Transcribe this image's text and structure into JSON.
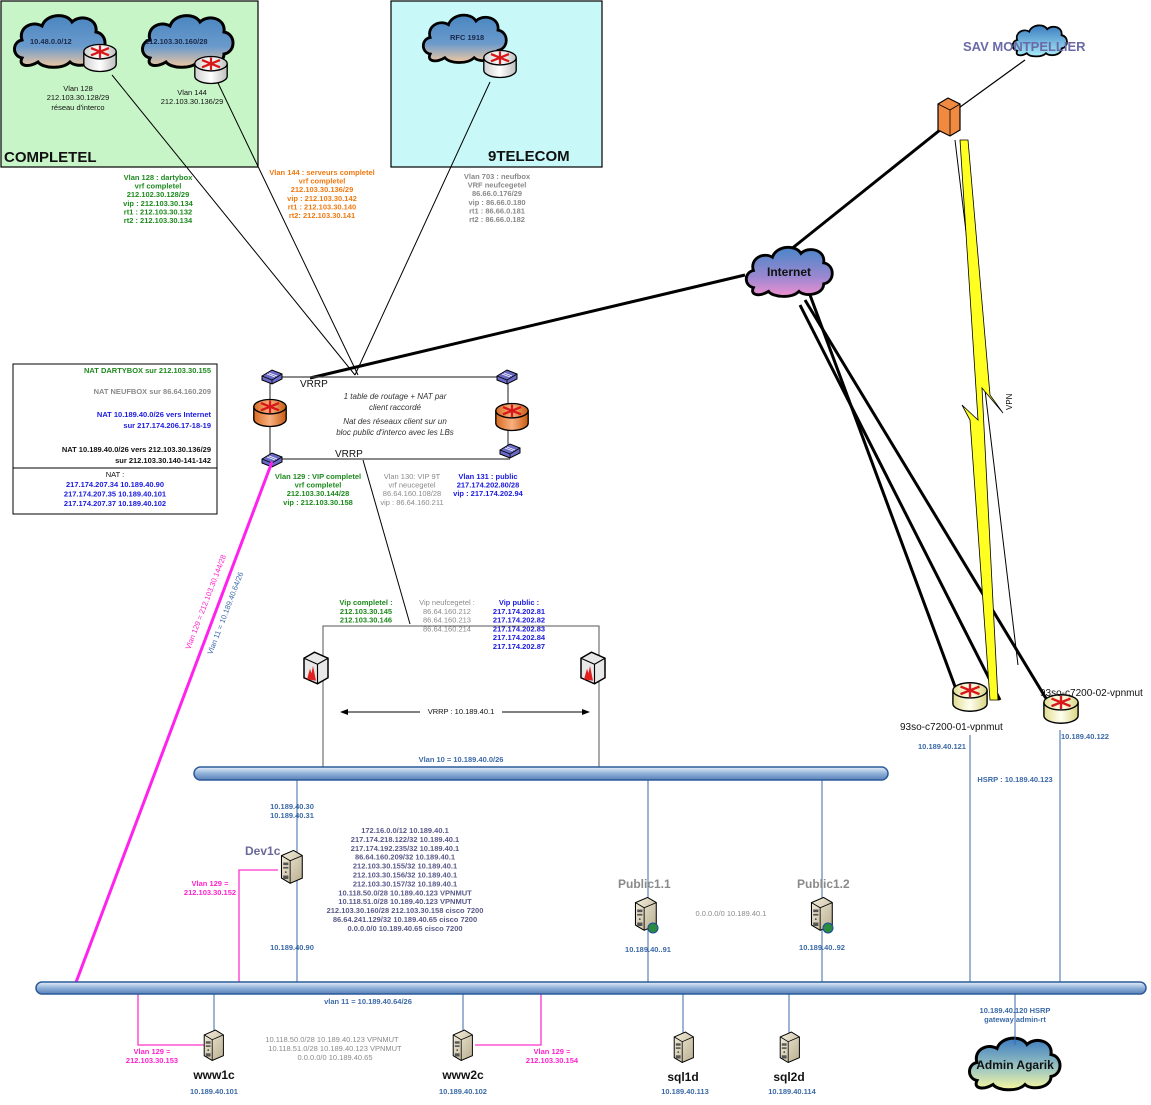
{
  "zones": {
    "completel": {
      "title": "COMPLETEL",
      "bg": "#c8f5c8",
      "cloud1_label": "10.48.0.0/12",
      "cloud2_label": "212.103.30.160/28",
      "router1_caption": [
        "Vlan 128",
        "212.103.30.128/29",
        "réseau d'interco"
      ],
      "router2_caption": [
        "Vlan 144",
        "212.103.30.136/29"
      ]
    },
    "ninetelecom": {
      "title": "9TELECOM",
      "bg": "#c8f8f8",
      "cloud_label": "RFC 1918"
    },
    "sav": {
      "title": "SAV MONTPELLIER"
    },
    "internet": {
      "label": "Internet"
    },
    "admin": {
      "label": "Admin Agarik",
      "caption": [
        "10.189.40.120 HSRP",
        "gateway admin-rt"
      ]
    }
  },
  "vlan_notes": {
    "vlan128": [
      "Vlan 128 : dartybox",
      "vrf completel",
      "212.102.30.128/29",
      "vip : 212.103.30.134",
      "rt1 : 212.103.30.132",
      "rt2 : 212.103.30.134"
    ],
    "vlan144": [
      "Vlan 144 : serveurs completel",
      "vrf completel",
      "212.103.30.136/29",
      "vip : 212.103.30.142",
      "rt1 : 212.103.30.140",
      "rt2: 212.103.30.141"
    ],
    "vlan703": [
      "Vlan 703 : neufbox",
      "VRF neufcegetel",
      "86.66.0.176/29",
      "vip : 86.66.0.180",
      "rt1 : 86.66.0.181",
      "rt2 : 86.66.0.182"
    ],
    "vlan129": [
      "Vlan 129 : VIP completel",
      "vrf completel",
      "212.103.30.144/28",
      "vip : 212.103.30.158"
    ],
    "vlan130": [
      "Vlan 130: VIP 9T",
      "vrf neucegetel",
      "86.64.160.108/28",
      "vip : 86.64.160.211"
    ],
    "vlan131": [
      "Vlan 131 : public",
      "217.174.202.80/28",
      "vip : 217.174.202.94"
    ]
  },
  "nat_box": {
    "lines": [
      {
        "text": "NAT DARTYBOX sur 212.103.30.155",
        "color": "green"
      },
      {
        "text": "NAT NEUFBOX sur 86.64.160.209",
        "color": "grey"
      },
      {
        "text": "NAT 10.189.40.0/26 vers Internet",
        "color": "blue"
      },
      {
        "text": "sur 217.174.206.17-18-19",
        "color": "blue"
      },
      {
        "text": "NAT 10.189.40.0/26 vers 212.103.30.136/29",
        "color": "black"
      },
      {
        "text": "sur  212.103.30.140-141-142",
        "color": "black"
      }
    ],
    "nat_title": "NAT :",
    "nat_entries": [
      "217.174.207.34 10.189.40.90",
      "217.174.207.35 10.189.40.101",
      "217.174.207.37 10.189.40.102"
    ]
  },
  "core": {
    "vrrp_top": "VRRP",
    "vrrp_bottom": "VRRP",
    "note": [
      "1 table de routage + NAT par",
      "client raccordé",
      "Nat des réseaux client sur un",
      "bloc public d'interco avec les LBs"
    ]
  },
  "lb": {
    "vip_completel": [
      "Vip completel :",
      "212.103.30.145",
      "212.103.30.146"
    ],
    "vip_neuf": [
      "Vip neufcegetel :",
      "86.64.160.212",
      "86.64.160.213",
      "86.64.160.214"
    ],
    "vip_public": [
      "Vip public :",
      "217.174.202.81",
      "217.174.202.82",
      "217.174.202.83",
      "217.174.202.84",
      "217.174.202.87"
    ],
    "vrrp": "VRRP : 10.189.40.1"
  },
  "vlan10_label": "Vlan 10 = 10.189.40.0/26",
  "vlan11_label": "vlan 11 = 10.189.40.64/26",
  "diag_labels": {
    "vlan129": "Vlan 129 = 212.103.30.144/28",
    "vlan11": "Vlan 11 = 10.189.40.64/26"
  },
  "vpn": {
    "label": "VPN",
    "router1": "93so-c7200-01-vpnmut",
    "router1_ip": "10.189.40.121",
    "router2": "93so-c7200-02-vpnmut",
    "router2_ip": "10.189.40.122",
    "hsrp": "HSRP : 10.189.40.123"
  },
  "dev1c": {
    "name": "Dev1c",
    "ips_top": [
      "10.189.40.30",
      "10.189.40.31"
    ],
    "ip_bottom": "10.189.40.90",
    "vlan129": [
      "Vlan 129 =",
      "212.103.30.152"
    ],
    "routes": [
      "172.16.0.0/12    10.189.40.1",
      "217.174.218.122/32    10.189.40.1",
      "217.174.192.235/32    10.189.40.1",
      "86.64.160.209/32    10.189.40.1",
      "212.103.30.155/32    10.189.40.1",
      "212.103.30.156/32    10.189.40.1",
      "212.103.30.157/32    10.189.40.1",
      "10.118.50.0/28    10.189.40.123 VPNMUT",
      "10.118.51.0/28    10.189.40.123 VPNMUT",
      "212.103.30.160/28    212.103.30.158 cisco 7200",
      "86.64.241.129/32    10.189.40.65 cisco 7200",
      "0.0.0.0/0    10.189.40.65 cisco 7200"
    ]
  },
  "public": {
    "p1": {
      "name": "Public1.1",
      "ip": "10.189.40..91"
    },
    "p2": {
      "name": "Public1.2",
      "ip": "10.189.40..92"
    },
    "route": "0.0.0.0/0 10.189.40.1"
  },
  "servers": {
    "www1c": {
      "name": "www1c",
      "ip": "10.189.40.101",
      "vlan129": [
        "Vlan 129 =",
        "212.103.30.153"
      ]
    },
    "www2c": {
      "name": "www2c",
      "ip": "10.189.40.102",
      "vlan129": [
        "Vlan 129 =",
        "212.103.30.154"
      ]
    },
    "sql1d": {
      "name": "sql1d",
      "ip": "10.189.40.113"
    },
    "sql2d": {
      "name": "sql2d",
      "ip": "10.189.40.114"
    },
    "www_routes": [
      "10.118.50.0/28    10.189.40.123 VPNMUT",
      "10.118.51.0/28    10.189.40.123 VPNMUT",
      "0.0.0.0/0 10.189.40.65"
    ]
  },
  "colors": {
    "green": "#1e8a1e",
    "orange": "#f07a12",
    "grey": "#8a8a8a",
    "blue": "#1a1ae0",
    "steel": "#3c6aa8",
    "pink": "#ff22cc",
    "bus": "#9fbfe0"
  }
}
